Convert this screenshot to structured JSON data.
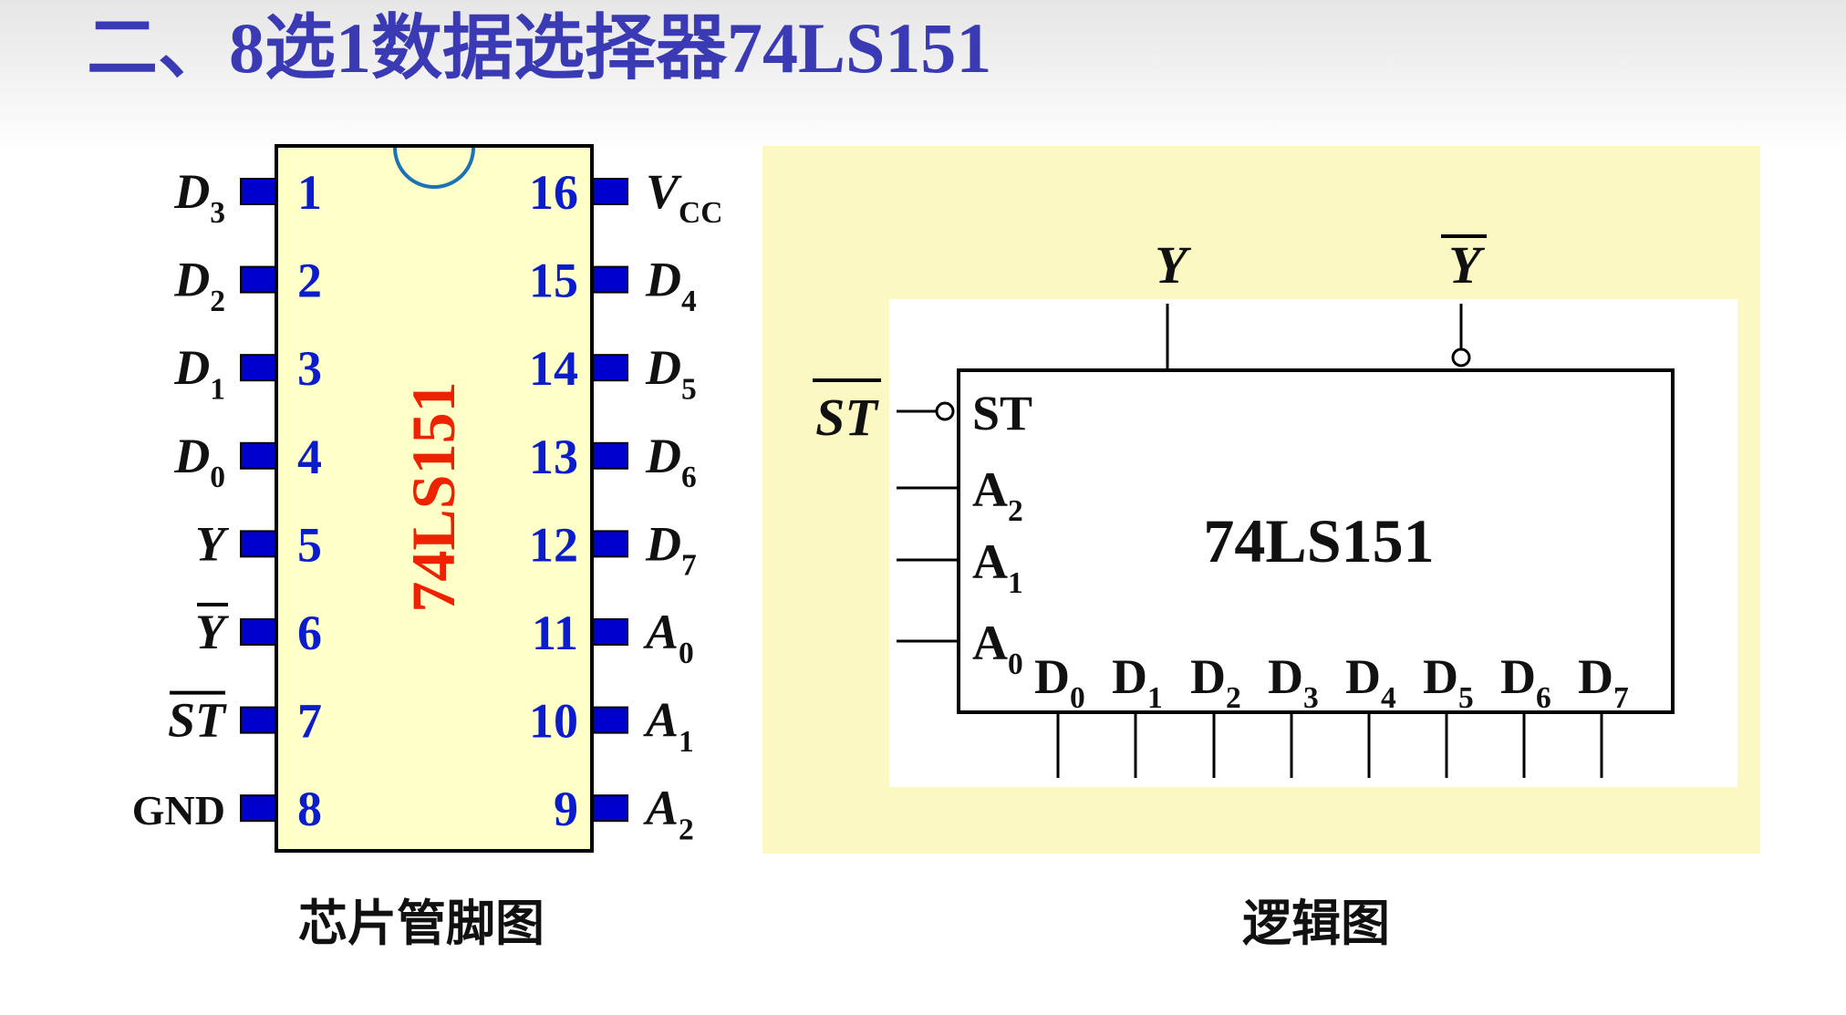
{
  "title": "二、8选1数据选择器74LS151",
  "pinout": {
    "chip_label": "74LS151",
    "caption": "芯片管脚图",
    "left_pins": [
      {
        "num": "1",
        "name": "D",
        "sub": "3",
        "overbar": false
      },
      {
        "num": "2",
        "name": "D",
        "sub": "2",
        "overbar": false
      },
      {
        "num": "3",
        "name": "D",
        "sub": "1",
        "overbar": false
      },
      {
        "num": "4",
        "name": "D",
        "sub": "0",
        "overbar": false
      },
      {
        "num": "5",
        "name": "Y",
        "sub": "",
        "overbar": false
      },
      {
        "num": "6",
        "name": "Y",
        "sub": "",
        "overbar": true
      },
      {
        "num": "7",
        "name": "ST",
        "sub": "",
        "overbar": true
      },
      {
        "num": "8",
        "name": "GND",
        "sub": "",
        "overbar": false
      }
    ],
    "right_pins": [
      {
        "num": "16",
        "name": "V",
        "sub": "CC",
        "overbar": false
      },
      {
        "num": "15",
        "name": "D",
        "sub": "4",
        "overbar": false
      },
      {
        "num": "14",
        "name": "D",
        "sub": "5",
        "overbar": false
      },
      {
        "num": "13",
        "name": "D",
        "sub": "6",
        "overbar": false
      },
      {
        "num": "12",
        "name": "D",
        "sub": "7",
        "overbar": false
      },
      {
        "num": "11",
        "name": "A",
        "sub": "0",
        "overbar": false
      },
      {
        "num": "10",
        "name": "A",
        "sub": "1",
        "overbar": false
      },
      {
        "num": "9",
        "name": "A",
        "sub": "2",
        "overbar": false
      }
    ]
  },
  "logic": {
    "chip_label": "74LS151",
    "caption": "逻辑图",
    "st_input": {
      "name": "ST",
      "overbar": true
    },
    "internal_left": [
      {
        "name": "ST",
        "sub": ""
      },
      {
        "name": "A",
        "sub": "2"
      },
      {
        "name": "A",
        "sub": "1"
      },
      {
        "name": "A",
        "sub": "0"
      }
    ],
    "bottom_inputs": [
      {
        "name": "D",
        "sub": "0"
      },
      {
        "name": "D",
        "sub": "1"
      },
      {
        "name": "D",
        "sub": "2"
      },
      {
        "name": "D",
        "sub": "3"
      },
      {
        "name": "D",
        "sub": "4"
      },
      {
        "name": "D",
        "sub": "5"
      },
      {
        "name": "D",
        "sub": "6"
      },
      {
        "name": "D",
        "sub": "7"
      }
    ],
    "outputs": [
      {
        "name": "Y",
        "overbar": false
      },
      {
        "name": "Y",
        "overbar": true
      }
    ]
  },
  "colors": {
    "title": "#3a3ab4",
    "chip_fill": "#ffffc8",
    "pin_fill": "#0000cc",
    "pin_number": "#0a1ccc",
    "chip_label": "#ee2200",
    "panel_fill": "#fbf8c3",
    "notch": "#1a73b5"
  }
}
